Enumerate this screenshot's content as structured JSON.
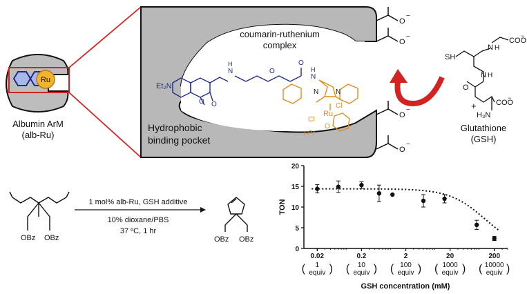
{
  "albumin": {
    "ru_label": "Ru",
    "caption_line1": "Albumin ArM",
    "caption_line2": "(alb-Ru)"
  },
  "pocket": {
    "complex_line1": "coumarin-ruthenium",
    "complex_line2": "complex",
    "label_line1": "Hydrophobic",
    "label_line2": "binding pocket",
    "carboxylate": "O",
    "charge": "−",
    "charge_neg": "−"
  },
  "complex_atoms": {
    "net2": "Et₂N",
    "o1": "O",
    "o2": "O",
    "n_amide1": "N",
    "h_amide1": "H",
    "o_ether": "O",
    "o_carbonyl": "O",
    "n_amide2": "N",
    "h_amide2": "H",
    "n_ring1": "N",
    "n_ring2": "N",
    "ru": "Ru",
    "cl1": "Cl",
    "cl2": "Cl",
    "o_aryl": "O",
    "ipr": "i-Pr"
  },
  "gsh": {
    "sh": "SH",
    "nh1": "N",
    "h1": "H",
    "nh2": "N",
    "h2": "H",
    "coo1": "COO",
    "coo2": "COO",
    "o": "O",
    "h3n": "H₃N",
    "plus": "+",
    "minus": "−",
    "caption_line1": "Glutathione",
    "caption_line2": "(GSH)"
  },
  "reaction": {
    "above_arrow": "1 mol% alb-Ru, GSH additive",
    "below_arrow1": "10% dioxane/PBS",
    "below_arrow2": "37 ºC, 1 hr",
    "obz": "OBz"
  },
  "chart_data": {
    "type": "scatter",
    "x_scale": "log",
    "xlabel": "GSH concentration (mM)",
    "ylabel": "TON",
    "ylim": [
      0,
      20
    ],
    "xlim": [
      0.01,
      400
    ],
    "y_ticks": [
      "0",
      "5",
      "10",
      "15",
      "20"
    ],
    "x_ticks": [
      {
        "value": 0.02,
        "label": "0.02",
        "equiv_top": "1",
        "equiv_bottom": "equiv"
      },
      {
        "value": 0.2,
        "label": "0.2",
        "equiv_top": "10",
        "equiv_bottom": "equiv"
      },
      {
        "value": 2,
        "label": "2",
        "equiv_top": "100",
        "equiv_bottom": "equiv"
      },
      {
        "value": 20,
        "label": "20",
        "equiv_top": "1000",
        "equiv_bottom": "equiv"
      },
      {
        "value": 200,
        "label": "200",
        "equiv_top": "10000",
        "equiv_bottom": "equiv"
      }
    ],
    "points": [
      {
        "x": 0.02,
        "y": 14.4,
        "err": 1.0
      },
      {
        "x": 0.06,
        "y": 14.9,
        "err": 1.4
      },
      {
        "x": 0.2,
        "y": 15.3,
        "err": 0.8
      },
      {
        "x": 0.5,
        "y": 13.3,
        "err": 2.0
      },
      {
        "x": 1.0,
        "y": 13.0,
        "err": 0
      },
      {
        "x": 5.0,
        "y": 11.5,
        "err": 1.5
      },
      {
        "x": 15.0,
        "y": 12.0,
        "err": 1.0
      },
      {
        "x": 80.0,
        "y": 5.7,
        "err": 1.1
      },
      {
        "x": 200.0,
        "y": 2.4,
        "err": 0.5
      }
    ],
    "fit": {
      "top": 14.4,
      "bottom": 0,
      "ic50": 120,
      "hill": 1.1
    },
    "grid": false
  }
}
